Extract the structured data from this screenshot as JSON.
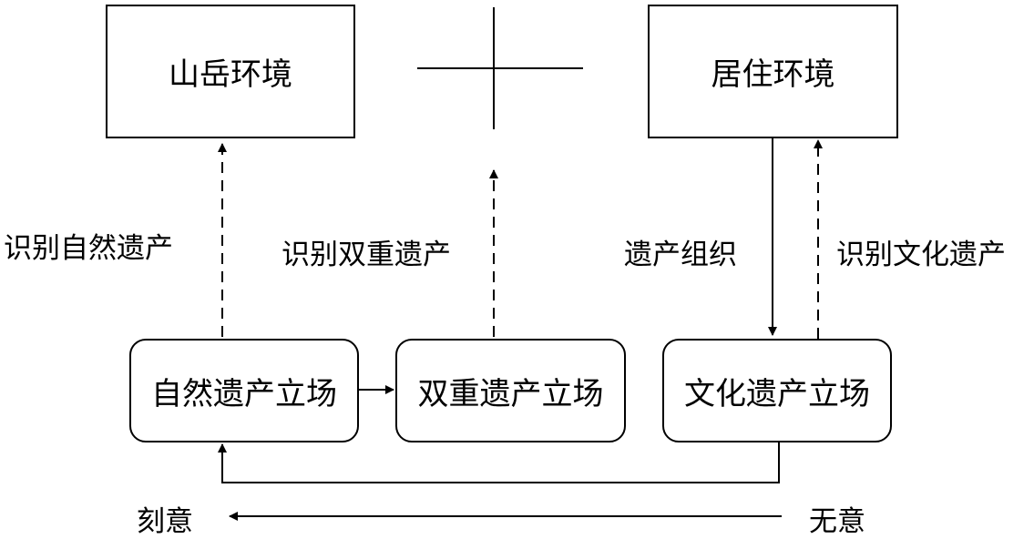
{
  "boxes": {
    "mountain": "山岳环境",
    "residential": "居住环境",
    "natural_stance": "自然遗产立场",
    "dual_stance": "双重遗产立场",
    "cultural_stance": "文化遗产立场"
  },
  "labels": {
    "identify_natural": "识别自然遗产",
    "identify_dual": "识别双重遗产",
    "heritage_org": "遗产组织",
    "identify_cultural": "识别文化遗产",
    "deliberate": "刻意",
    "unintentional": "无意"
  }
}
